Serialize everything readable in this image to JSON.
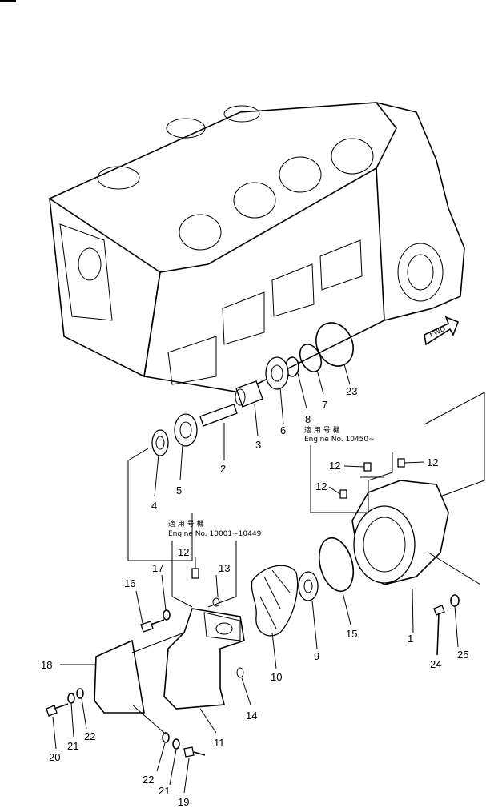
{
  "diagram": {
    "fwd_label": "FWD",
    "notes": [
      {
        "jp": "適 用 号 機",
        "text": "Engine No. 10450~"
      },
      {
        "jp": "適 用 号 機",
        "text": "Engine No. 10001~10449"
      }
    ],
    "part_numbers": [
      "1",
      "2",
      "3",
      "4",
      "5",
      "6",
      "7",
      "8",
      "9",
      "10",
      "11",
      "12",
      "13",
      "14",
      "15",
      "16",
      "17",
      "18",
      "19",
      "20",
      "21",
      "22",
      "23",
      "24",
      "25"
    ],
    "callouts": [
      {
        "n": "23"
      },
      {
        "n": "7"
      },
      {
        "n": "8"
      },
      {
        "n": "6"
      },
      {
        "n": "3"
      },
      {
        "n": "2"
      },
      {
        "n": "5"
      },
      {
        "n": "4"
      },
      {
        "n": "12"
      },
      {
        "n": "12"
      },
      {
        "n": "12"
      },
      {
        "n": "12"
      },
      {
        "n": "13"
      },
      {
        "n": "17"
      },
      {
        "n": "16"
      },
      {
        "n": "15"
      },
      {
        "n": "9"
      },
      {
        "n": "10"
      },
      {
        "n": "1"
      },
      {
        "n": "24"
      },
      {
        "n": "25"
      },
      {
        "n": "18"
      },
      {
        "n": "14"
      },
      {
        "n": "11"
      },
      {
        "n": "22"
      },
      {
        "n": "21"
      },
      {
        "n": "20"
      },
      {
        "n": "22"
      },
      {
        "n": "21"
      },
      {
        "n": "19"
      }
    ]
  }
}
